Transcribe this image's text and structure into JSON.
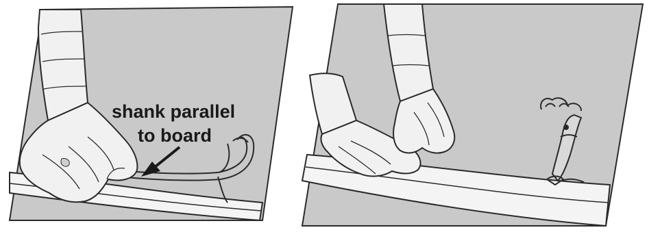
{
  "figure": {
    "panels": [
      {
        "id": "left",
        "annotation": {
          "line1": "shank parallel",
          "line2": "to board"
        }
      },
      {
        "id": "right"
      }
    ],
    "colors": {
      "panel_fill": "#c9c9c9",
      "outline": "#2a2a2a",
      "glove_fill": "#f1f1f1",
      "board_fill": "#f4f4f4",
      "arrow": "#1a1a1a"
    }
  }
}
